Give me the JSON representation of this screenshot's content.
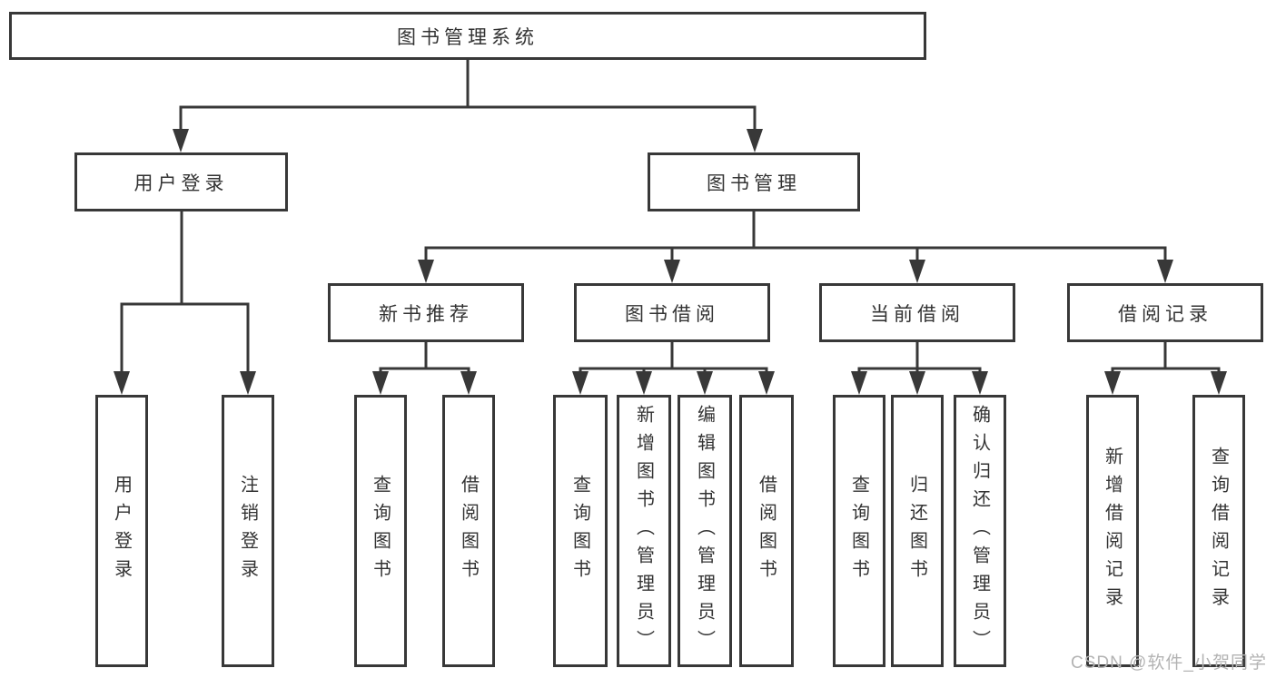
{
  "tree": {
    "label": "图书管理系统",
    "children": [
      {
        "label": "用户登录",
        "children": [
          {
            "label": "用户登录"
          },
          {
            "label": "注销登录"
          }
        ]
      },
      {
        "label": "图书管理",
        "children": [
          {
            "label": "新书推荐",
            "children": [
              {
                "label": "查询图书"
              },
              {
                "label": "借阅图书"
              }
            ]
          },
          {
            "label": "图书借阅",
            "children": [
              {
                "label": "查询图书"
              },
              {
                "label": "新增图书（管理员）"
              },
              {
                "label": "编辑图书（管理员）"
              },
              {
                "label": "借阅图书"
              }
            ]
          },
          {
            "label": "当前借阅",
            "children": [
              {
                "label": "查询图书"
              },
              {
                "label": "归还图书"
              },
              {
                "label": "确认归还（管理员）"
              }
            ]
          },
          {
            "label": "借阅记录",
            "children": [
              {
                "label": "新增借阅记录"
              },
              {
                "label": "查询借阅记录"
              }
            ]
          }
        ]
      }
    ]
  },
  "watermark": {
    "text": "CSDN @软件_小贺同学"
  },
  "colors": {
    "line": "#383838",
    "text": "#333333",
    "box_background": "#ffffff",
    "watermark": "#b3b3b3",
    "background": "#ffffff"
  }
}
